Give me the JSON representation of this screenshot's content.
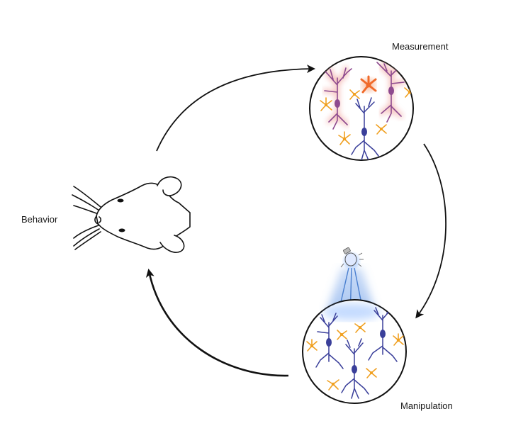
{
  "labels": {
    "behavior": "Behavior",
    "measurement": "Measurement",
    "manipulation": "Manipulation"
  },
  "colors": {
    "line": "#111111",
    "neuron": "#3a3f9a",
    "neuron_active": "#8e4a8f",
    "neuron_glow": "#f2a7a0",
    "astrocyte": "#f0a020",
    "astrocyte_active": "#f06a2a",
    "light": "#5b8fd9"
  },
  "icons": {
    "mouse": "mouse-head-icon",
    "bulb": "light-bulb-icon"
  }
}
